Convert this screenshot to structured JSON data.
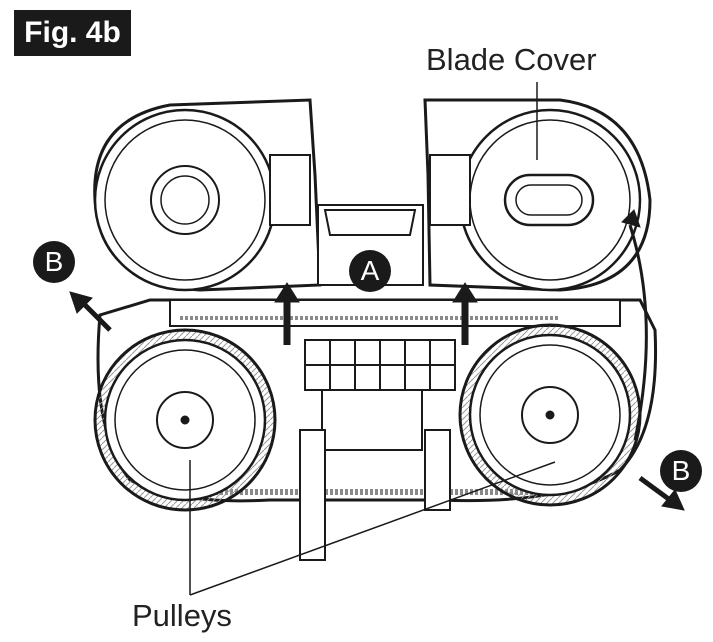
{
  "figure": {
    "tag": "Fig. 4b"
  },
  "labels": {
    "blade_cover": "Blade Cover",
    "pulleys": "Pulleys",
    "callout_a": "A",
    "callout_b_left": "B",
    "callout_b_right": "B"
  },
  "colors": {
    "ink": "#1a1a1a",
    "paper": "#ffffff",
    "blade_grey": "#8a8a8a"
  }
}
